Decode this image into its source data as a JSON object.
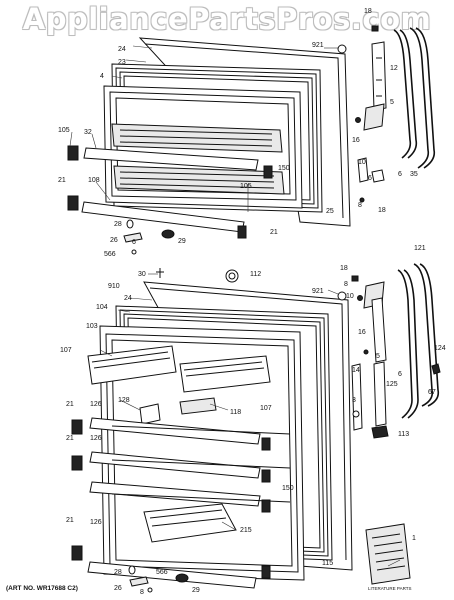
{
  "watermark": "AppliancePartsPros.com",
  "art_number": "(ART NO. WR17688 C2)",
  "booklet_caption": "LITERATURE PARTS",
  "upper_labels": {
    "l18": "18",
    "l24": "24",
    "l921": "921",
    "l23": "23",
    "l12": "12",
    "l4": "4",
    "l5": "5",
    "l105a": "105",
    "l32": "32",
    "l16": "16",
    "l10": "10",
    "l150": "150",
    "l21a": "21",
    "l108": "108",
    "l105b": "105",
    "l25": "25",
    "l6a": "6",
    "l35": "35",
    "l6b": "6",
    "l8": "8",
    "l18b": "18",
    "l28": "28",
    "l26": "26",
    "l566": "566",
    "l29": "29",
    "l21b": "21",
    "l6c": "6"
  },
  "lower_labels": {
    "l30": "30",
    "l112": "112",
    "l18": "18",
    "l121": "121",
    "l910": "910",
    "l24": "24",
    "l8": "8",
    "l921": "921",
    "l10": "10",
    "l104": "104",
    "l103": "103",
    "l16": "16",
    "l5": "5",
    "l124": "124",
    "l107a": "107",
    "l14": "14",
    "l125": "125",
    "l6": "6",
    "l67": "67",
    "l21a": "21",
    "l126a": "126",
    "l128": "128",
    "l118": "118",
    "l107b": "107",
    "l3": "3",
    "l113": "113",
    "l21b": "21",
    "l126b": "126",
    "l150": "150",
    "l21c": "21",
    "l126c": "126",
    "l215": "215",
    "l115": "115",
    "l28": "28",
    "l566": "566",
    "l26": "26",
    "l29": "29",
    "l8b": "8",
    "l1": "1"
  }
}
